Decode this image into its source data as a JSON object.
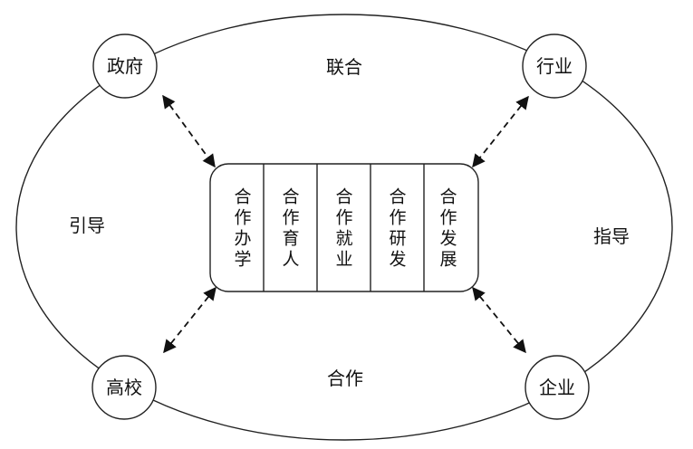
{
  "nodes": {
    "government": "政府",
    "industry": "行业",
    "university": "高校",
    "enterprise": "企业"
  },
  "relations": {
    "top": "联合",
    "left": "引导",
    "right": "指导",
    "bottom": "合作"
  },
  "center_cells": [
    "合作办学",
    "合作育人",
    "合作就业",
    "合作研发",
    "合作发展"
  ],
  "colors": {
    "stroke": "#222222",
    "text": "#111111",
    "background": "#ffffff"
  }
}
